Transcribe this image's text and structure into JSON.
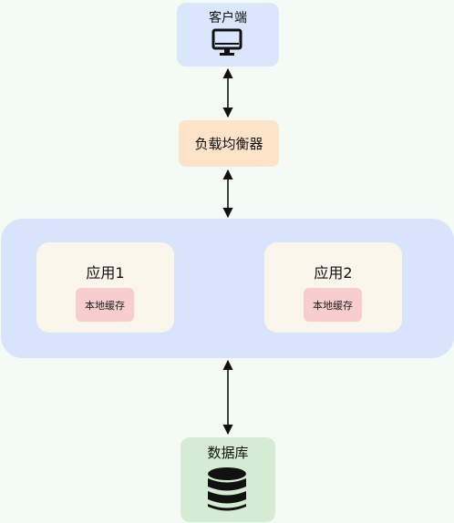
{
  "client": {
    "label": "客户端",
    "icon": "monitor-icon"
  },
  "load_balancer": {
    "label": "负载均衡器"
  },
  "apps": [
    {
      "title": "应用1",
      "cache_label": "本地缓存"
    },
    {
      "title": "应用2",
      "cache_label": "本地缓存"
    }
  ],
  "database": {
    "label": "数据库",
    "icon": "database-icon"
  },
  "colors": {
    "background": "#f4fbf4",
    "client_box": "#dae6fb",
    "load_balancer_box": "#fde4c8",
    "cluster_box": "#d8e4fb",
    "app_box": "#faf6ec",
    "cache_box": "#f7cdcd",
    "database_box": "#d6ebd4"
  }
}
